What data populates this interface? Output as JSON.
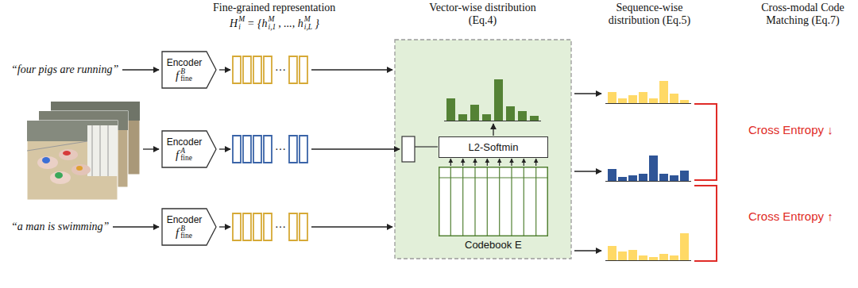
{
  "diagram": {
    "nodes": [
      {
        "text": [
          "Encoder",
          "f",
          "B",
          "fine"
        ]
      },
      {
        "text": [
          "Encoder",
          "f",
          "A",
          "fine"
        ]
      },
      {
        "text": [
          "Encoder",
          "f",
          "B",
          "fine"
        ]
      },
      {
        "text": [
          "L2-Softmin"
        ]
      },
      {
        "text": [
          "Codebook E"
        ]
      }
    ],
    "edges": [
      {
        "from": 4,
        "to": 3,
        "arrow": "to"
      }
    ],
    "labels": [
      "Fine-grained representation",
      "H",
      "M",
      "i",
      "= {h",
      "M",
      "i,1",
      ", ..., h",
      "M",
      "i,L",
      "}",
      "Vector-wise distribution (Eq.4)",
      "Sequence-wise distribution (Eq.5)",
      "Cross-modal Code Matching (Eq.7)",
      "“four pigs are running”",
      "“a man is swimming”",
      "…",
      "…",
      "…",
      "Cross Entropy ↓",
      "Cross Entropy ↑"
    ]
  }
}
